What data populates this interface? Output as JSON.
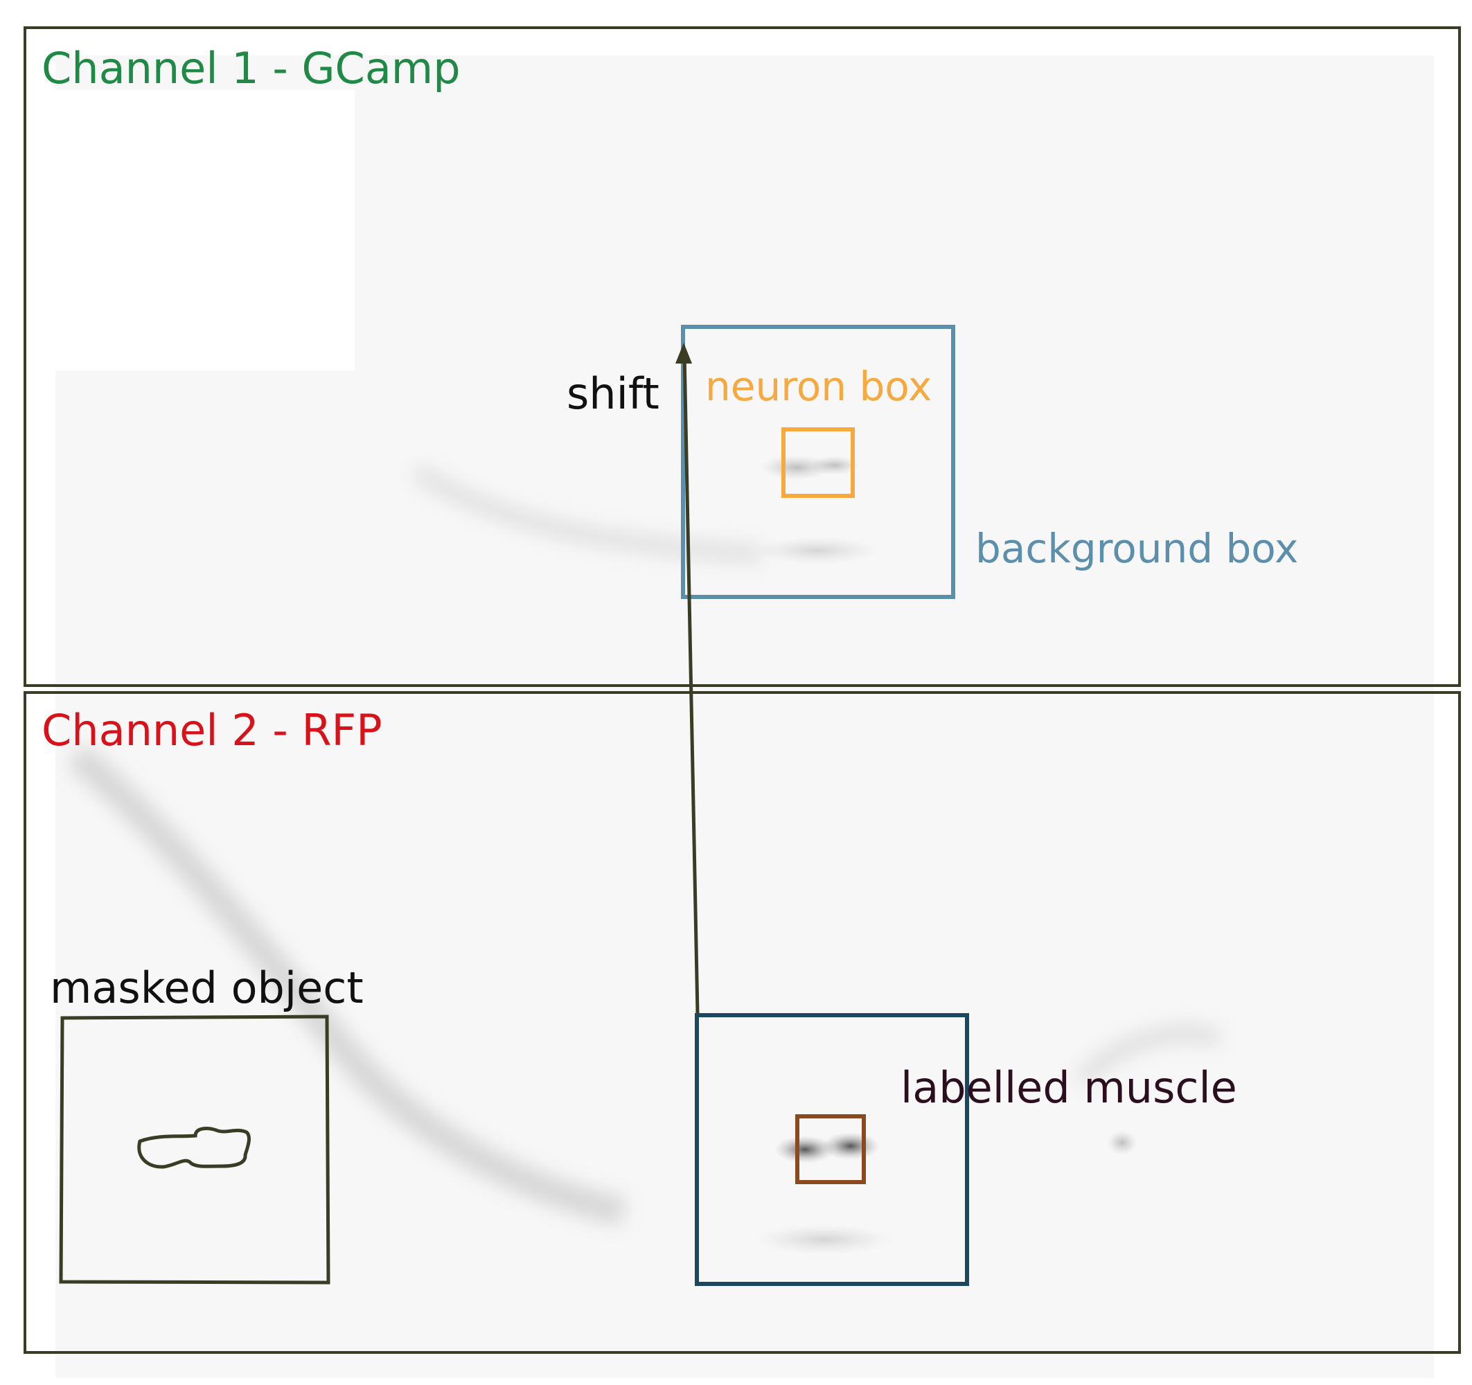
{
  "panels": {
    "channel1": {
      "title": "Channel 1 - GCamp",
      "title_color": "#1f8a45"
    },
    "channel2": {
      "title": "Channel 2 - RFP",
      "title_color": "#d9121a"
    }
  },
  "annotations": {
    "shift": {
      "text": "shift",
      "color": "#111111"
    },
    "neuron_box": {
      "text": "neuron box",
      "color": "#f5a93f"
    },
    "background_box": {
      "text": "background box",
      "color": "#5b8fab"
    },
    "masked_object": {
      "text": "masked object",
      "color": "#111111"
    },
    "labelled_muscle": {
      "text": "labelled muscle",
      "color": "#2b0f1e"
    }
  },
  "colors": {
    "frame": "#3a3d24",
    "background_box_top": "#5b8fab",
    "background_box_bottom": "#1b4860",
    "neuron_box_top": "#f5a93f",
    "neuron_box_bottom": "#8a4a1f",
    "arrow": "#3a3d24"
  }
}
